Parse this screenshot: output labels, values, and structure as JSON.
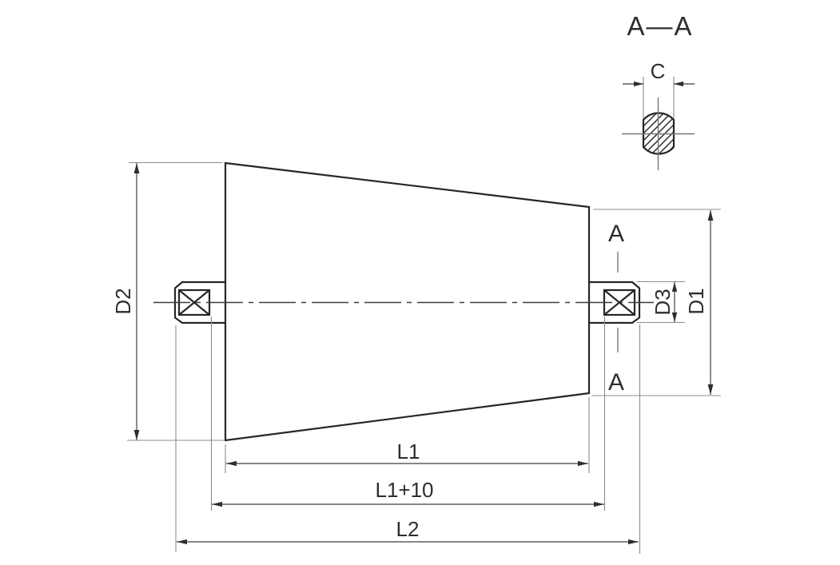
{
  "colors": {
    "background": "#ffffff",
    "outline": "#262626",
    "dimension_line": "#3f3f3f",
    "extension_line": "#8c8c8c",
    "text": "#2e2e2e"
  },
  "section_view": {
    "title": "A—A",
    "width_label": "C",
    "hatch_style": "diagonal-hatch",
    "shape": "round shaft cross-section with two milled flats"
  },
  "main_view": {
    "section_marker_top": "A",
    "section_marker_bottom": "A",
    "dimensions": {
      "d2": "D2",
      "d1": "D1",
      "d3": "D3",
      "l1": "L1",
      "l1_plus_10": "L1+10",
      "l2": "L2"
    }
  }
}
